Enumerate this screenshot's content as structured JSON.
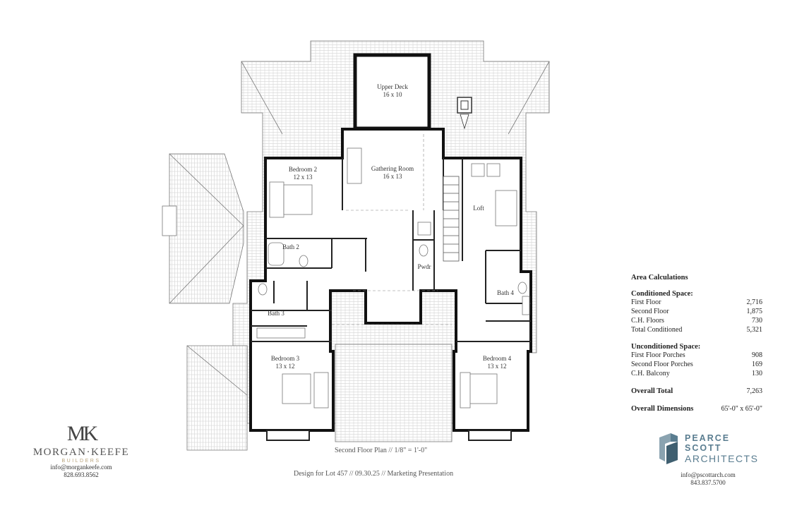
{
  "drawing": {
    "rooms": [
      {
        "name": "Upper Deck",
        "dims": "16 x 10"
      },
      {
        "name": "Gathering Room",
        "dims": "16 x 13"
      },
      {
        "name": "Bedroom 2",
        "dims": "12 x 13"
      },
      {
        "name": "Loft",
        "dims": ""
      },
      {
        "name": "Bath 2",
        "dims": ""
      },
      {
        "name": "Pwdr",
        "dims": ""
      },
      {
        "name": "Bath 3",
        "dims": ""
      },
      {
        "name": "Bath 4",
        "dims": ""
      },
      {
        "name": "Bedroom 3",
        "dims": "13 x 12"
      },
      {
        "name": "Bedroom 4",
        "dims": "13 x 12"
      }
    ],
    "plan_title": "Second Floor Plan  //  1/8\" = 1'-0\"",
    "subtitle": "Design for Lot 457  //  09.30.25  //  Marketing Presentation"
  },
  "area_calculations": {
    "title": "Area Calculations",
    "conditioned": {
      "heading": "Conditioned Space:",
      "rows": [
        {
          "label": "First Floor",
          "value": "2,716"
        },
        {
          "label": "Second Floor",
          "value": "1,875"
        },
        {
          "label": "C.H. Floors",
          "value": "730"
        },
        {
          "label": "Total Conditioned",
          "value": "5,321"
        }
      ]
    },
    "unconditioned": {
      "heading": "Unconditioned Space:",
      "rows": [
        {
          "label": "First Floor Porches",
          "value": "908"
        },
        {
          "label": "Second Floor Porches",
          "value": "169"
        },
        {
          "label": "C.H. Balcony",
          "value": "130"
        }
      ]
    },
    "overall_total": {
      "label": "Overall Total",
      "value": "7,263"
    },
    "overall_dimensions": {
      "label": "Overall Dimensions",
      "value": "65'-0\" x 65'-0\""
    }
  },
  "builder": {
    "monogram": "MK",
    "name": "MORGAN·KEEFE",
    "sub": "BUILDERS",
    "email": "info@morgankeefe.com",
    "phone": "828.693.8562"
  },
  "architect": {
    "line1": "PEARCE",
    "line2": "SCOTT",
    "line3": "ARCHITECTS",
    "email": "info@pscottarch.com",
    "phone": "843.837.5700",
    "color": "#5a7d90"
  }
}
